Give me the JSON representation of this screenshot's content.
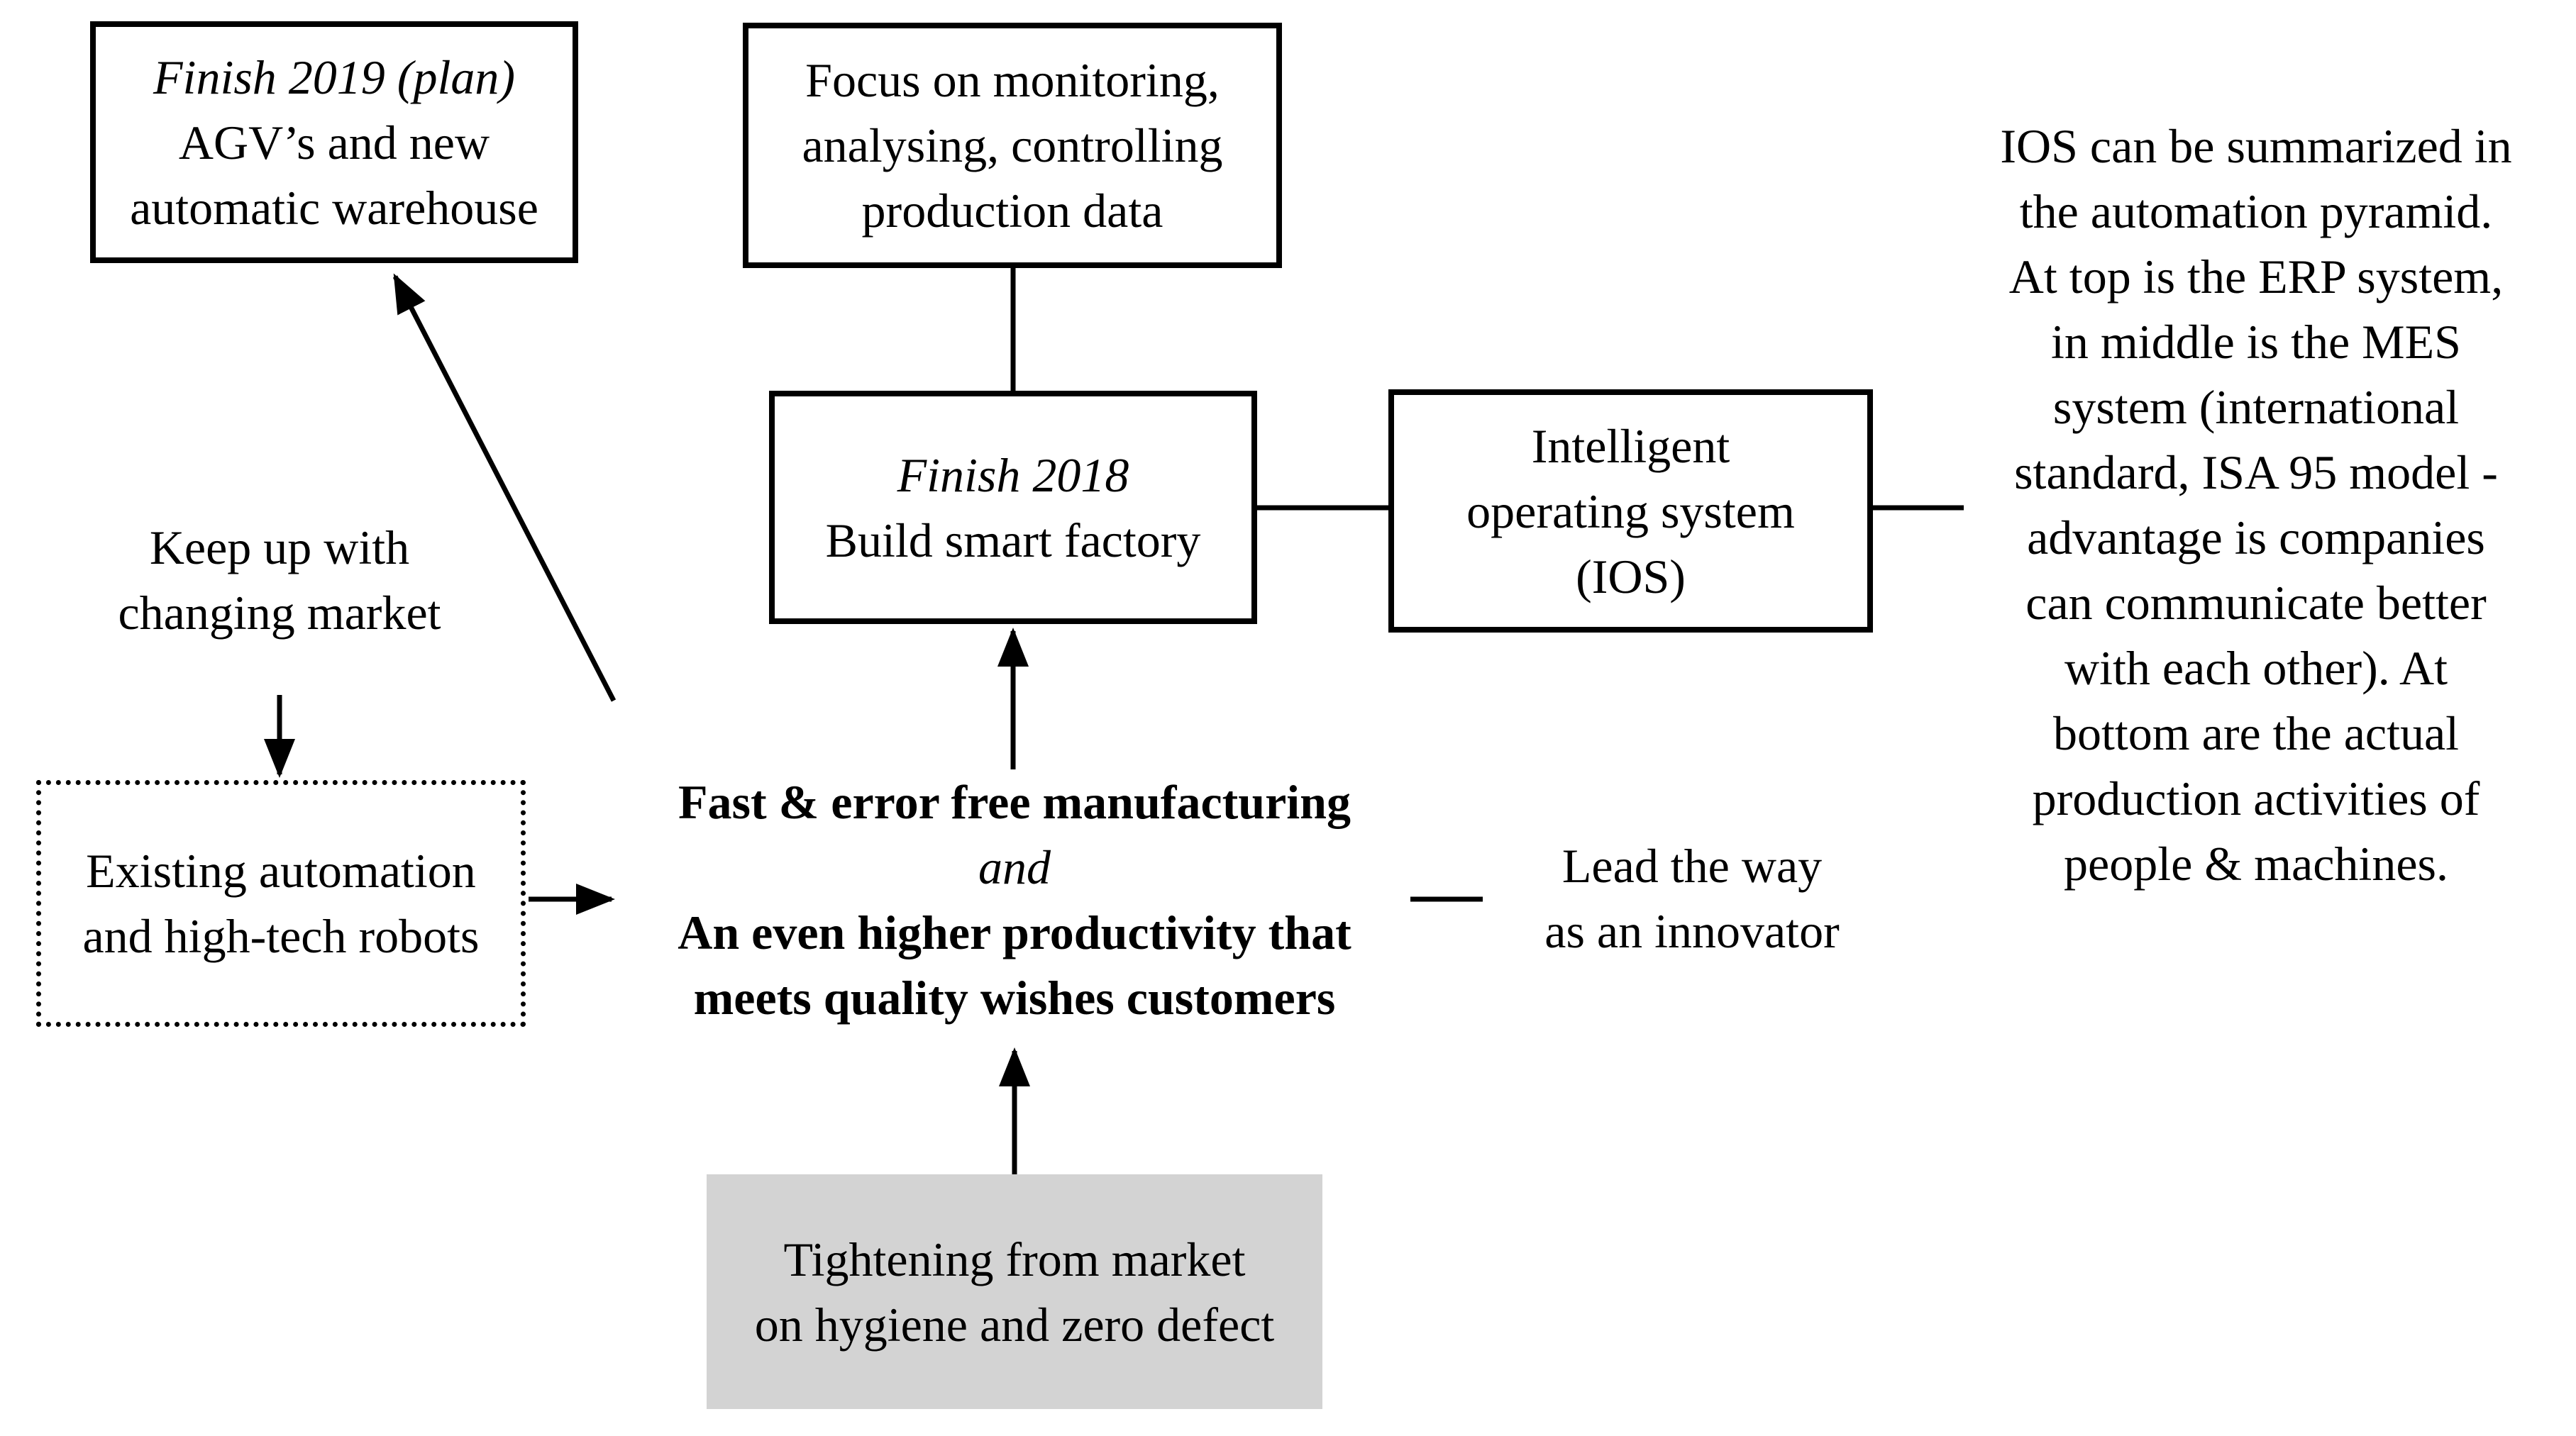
{
  "colors": {
    "background": "#ffffff",
    "ink": "#000000",
    "highlight_fill": "#d3d3d3"
  },
  "nodes": {
    "finish_2019": {
      "title": "Finish 2019 (plan)",
      "lines": [
        "AGV’s and new",
        "automatic warehouse"
      ]
    },
    "focus_monitoring": {
      "lines": [
        "Focus on monitoring,",
        "analysing, controlling",
        "production data"
      ]
    },
    "finish_2018": {
      "title": "Finish 2018",
      "lines": [
        "Build smart factory"
      ]
    },
    "intelligent_os": {
      "lines": [
        "Intelligent",
        "operating system",
        "(IOS)"
      ]
    },
    "keep_up": {
      "lines": [
        "Keep up with",
        "changing market"
      ]
    },
    "existing_automation": {
      "lines": [
        "Existing automation",
        "and high-tech robots"
      ]
    },
    "goal": {
      "line1": "Fast & error free manufacturing",
      "conjunction": "and",
      "line2": "An even higher productivity that",
      "line3": "meets quality wishes customers"
    },
    "lead_way": {
      "lines": [
        "Lead the way",
        "as an innovator"
      ]
    },
    "tightening": {
      "lines": [
        "Tightening from market",
        "on hygiene and zero defect"
      ]
    },
    "ios_note": {
      "lines": [
        "IOS can be summarized in",
        "the automation pyramid.",
        "At top is the ERP system,",
        "in middle is the MES",
        "system (international",
        "standard, ISA 95 model -",
        "advantage is companies",
        "can communicate better",
        "with each other). At",
        "bottom are the actual",
        "production activities of",
        "people & machines."
      ]
    }
  }
}
